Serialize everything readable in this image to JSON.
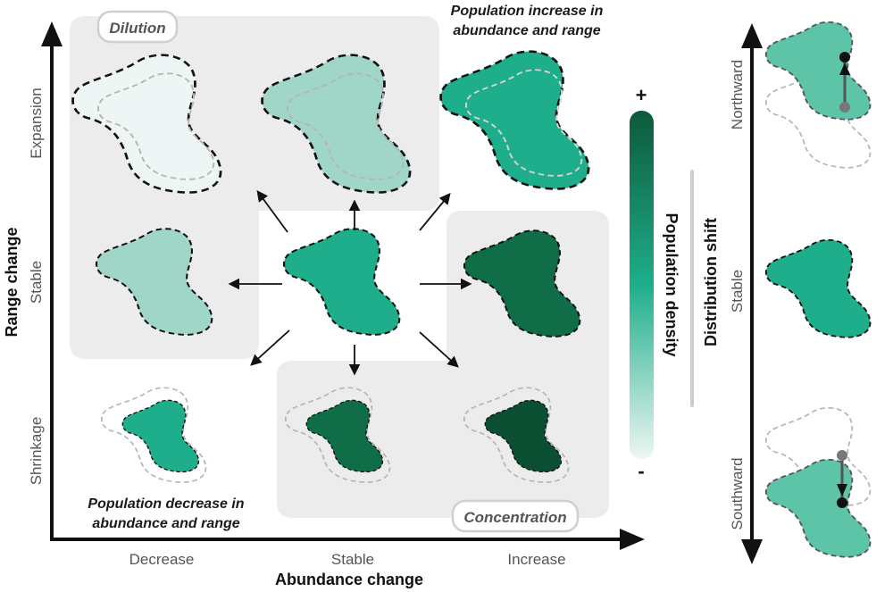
{
  "axes": {
    "x_title": "Abundance change",
    "y_title": "Range change",
    "x_ticks": [
      "Decrease",
      "Stable",
      "Increase"
    ],
    "y_ticks": [
      "Expansion",
      "Stable",
      "Shrinkage"
    ]
  },
  "regions": {
    "dilution": "Dilution",
    "concentration": "Concentration"
  },
  "annotations": {
    "increase_line1": "Population increase in",
    "increase_line2": "abundance and range",
    "decrease_line1": "Population decrease in",
    "decrease_line2": "abundance and range"
  },
  "density_scale": {
    "title": "Population density",
    "max_sign": "+",
    "min_sign": "-",
    "gradient_top": "#0c5a3a",
    "gradient_mid": "#1eae8b",
    "gradient_bottom": "#eef6f4"
  },
  "distribution": {
    "title": "Distribution shift",
    "north": "Northward",
    "stable": "Stable",
    "south": "Southward"
  },
  "colors": {
    "region_bg": "#ececec",
    "base_fill": "#1eae8b",
    "lightest_fill": "#eef6f5",
    "light_fill": "#9fd6c8",
    "dark_fill": "#0f6e48",
    "darkest_fill": "#0b4f33",
    "shifted_fill": "#5ec4a8"
  }
}
